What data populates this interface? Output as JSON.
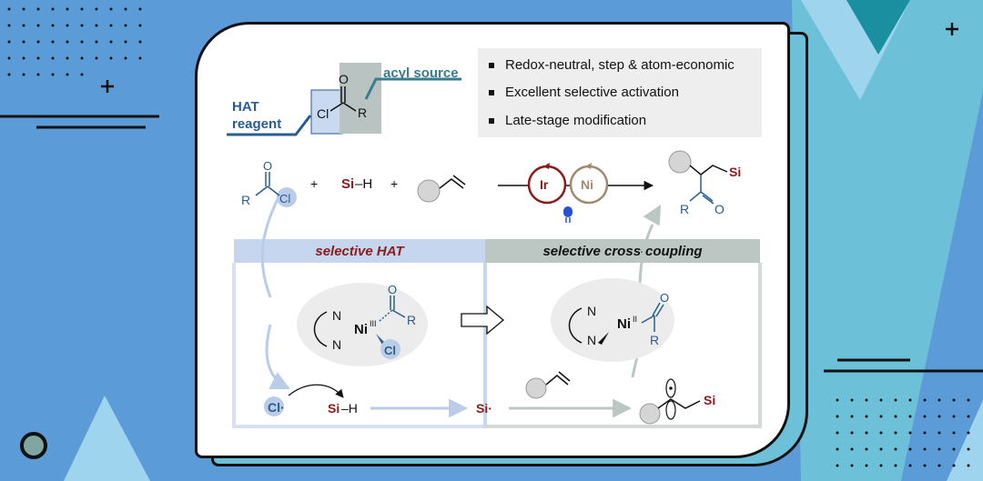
{
  "top_left": {
    "hat_reagent_line1": "HAT",
    "hat_reagent_line2": "reagent",
    "acyl_source": "acyl source",
    "cl": "Cl",
    "r": "R",
    "o": "O"
  },
  "bullets": [
    "Redox-neutral, step & atom-economic",
    "Excellent selective activation",
    "Late-stage modification"
  ],
  "reaction": {
    "r": "R",
    "cl": "Cl",
    "o": "O",
    "plus1": "+",
    "si": "Si",
    "h": "–H",
    "plus2": "+",
    "ir": "Ir",
    "ni": "Ni",
    "product_si": "Si",
    "product_r": "R",
    "product_o": "O"
  },
  "panels": {
    "left_title": "selective HAT",
    "right_title": "selective cross-coupling"
  },
  "complex_left": {
    "n1": "N",
    "n2": "N",
    "ni": "Ni",
    "ni_sup": "III",
    "o": "O",
    "r": "R",
    "cl": "Cl"
  },
  "complex_right": {
    "n1": "N",
    "n2": "N",
    "ni": "Ni",
    "ni_sup": "II",
    "o": "O",
    "r": "R"
  },
  "bottom": {
    "cl_radical": "Cl·",
    "si": "Si",
    "h": "–H",
    "si_radical": "Si·",
    "product_si": "Si"
  },
  "colors": {
    "background": "#5b9bd8",
    "accent_teal": "#6cc1d9",
    "dark_red": "#8b1a1a",
    "blue_text": "#2a5d8f",
    "ni_brown": "#a08a70"
  }
}
